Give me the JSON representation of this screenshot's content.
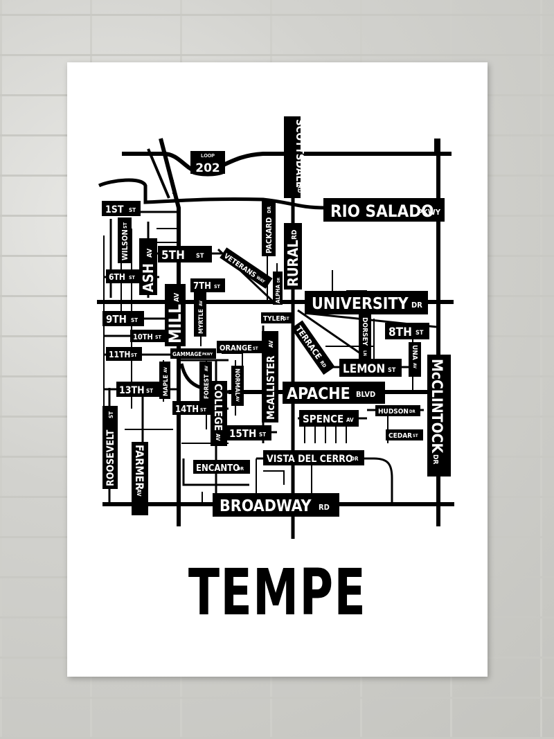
{
  "title": "TEMPE",
  "colors": {
    "ink": "#000000",
    "paper": "#ffffff",
    "wall": "#d6d6d2"
  },
  "loop": {
    "small": "LOOP",
    "number": "202"
  },
  "streets": {
    "scottsdale": {
      "name": "SCOTTSDALE",
      "suffix": "RD"
    },
    "rio_salado": {
      "name": "RIO SALADO",
      "suffix": "PKWY"
    },
    "first": {
      "name": "1ST",
      "suffix": "ST"
    },
    "wilson": {
      "name": "WILSON",
      "suffix": "ST"
    },
    "packard": {
      "name": "PACKARD",
      "suffix": "DR"
    },
    "rural": {
      "name": "RURAL",
      "suffix": "RD"
    },
    "ash": {
      "name": "ASH",
      "suffix": "AV"
    },
    "fifth": {
      "name": "5TH",
      "suffix": "ST"
    },
    "veterans": {
      "name": "VETERANS",
      "suffix": "WAY"
    },
    "alpha": {
      "name": "ALPHA",
      "suffix": "DR"
    },
    "sixth": {
      "name": "6TH",
      "suffix": "ST"
    },
    "seventh": {
      "name": "7TH",
      "suffix": "ST"
    },
    "mill": {
      "name": "MILL",
      "suffix": "AV"
    },
    "myrtle": {
      "name": "MYRTLE",
      "suffix": "AV"
    },
    "university": {
      "name": "UNIVERSITY",
      "suffix": "DR"
    },
    "ninth": {
      "name": "9TH",
      "suffix": "ST"
    },
    "tenth": {
      "name": "10TH",
      "suffix": "ST"
    },
    "tyler": {
      "name": "TYLER",
      "suffix": "ST"
    },
    "dorsey": {
      "name": "DORSEY",
      "suffix": "LN"
    },
    "eighth": {
      "name": "8TH",
      "suffix": "ST"
    },
    "orange": {
      "name": "ORANGE",
      "suffix": "ST"
    },
    "terrace": {
      "name": "TERRACE",
      "suffix": "RD"
    },
    "eleventh": {
      "name": "11TH",
      "suffix": "ST"
    },
    "gammage": {
      "name": "GAMMAGE",
      "suffix": "PKWY"
    },
    "lemon": {
      "name": "LEMON",
      "suffix": "ST"
    },
    "una": {
      "name": "UNA",
      "suffix": "AV"
    },
    "mcclintock": {
      "name": "McCLINTOCK",
      "suffix": "DR"
    },
    "thirteenth": {
      "name": "13TH",
      "suffix": "ST"
    },
    "maple": {
      "name": "MAPLE",
      "suffix": "AV"
    },
    "forest": {
      "name": "FOREST",
      "suffix": "AV"
    },
    "normal": {
      "name": "NORMAL",
      "suffix": "AV"
    },
    "mcallister": {
      "name": "McALLISTER",
      "suffix": "AV"
    },
    "apache": {
      "name": "APACHE",
      "suffix": "BLVD"
    },
    "fourteenth": {
      "name": "14TH",
      "suffix": "ST"
    },
    "college": {
      "name": "COLLEGE",
      "suffix": "AV"
    },
    "hudson": {
      "name": "HUDSON",
      "suffix": "DR"
    },
    "spence": {
      "name": "SPENCE",
      "suffix": "AV"
    },
    "roosevelt": {
      "name": "ROOSEVELT",
      "suffix": "ST"
    },
    "fifteenth": {
      "name": "15TH",
      "suffix": "ST"
    },
    "cedar": {
      "name": "CEDAR",
      "suffix": "ST"
    },
    "farmer": {
      "name": "FARMER",
      "suffix": "AV"
    },
    "vista": {
      "name": "VISTA DEL CERRO",
      "suffix": "DR"
    },
    "encanto": {
      "name": "ENCANTO",
      "suffix": "DR"
    },
    "broadway": {
      "name": "BROADWAY",
      "suffix": "RD"
    }
  }
}
